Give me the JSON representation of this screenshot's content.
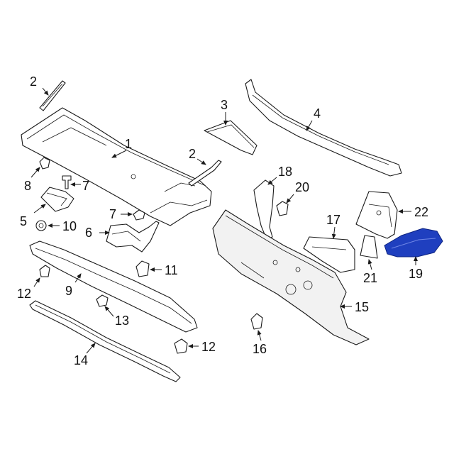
{
  "highlight_color": "#1f3fbf",
  "highlighted_part": "19",
  "callouts": {
    "c1": "1",
    "c2a": "2",
    "c2b": "2",
    "c3": "3",
    "c4": "4",
    "c5": "5",
    "c6": "6",
    "c7a": "7",
    "c7b": "7",
    "c8": "8",
    "c9": "9",
    "c10": "10",
    "c11": "11",
    "c12a": "12",
    "c12b": "12",
    "c13": "13",
    "c14": "14",
    "c15": "15",
    "c16": "16",
    "c17": "17",
    "c18": "18",
    "c19": "19",
    "c20": "20",
    "c21": "21",
    "c22": "22"
  }
}
